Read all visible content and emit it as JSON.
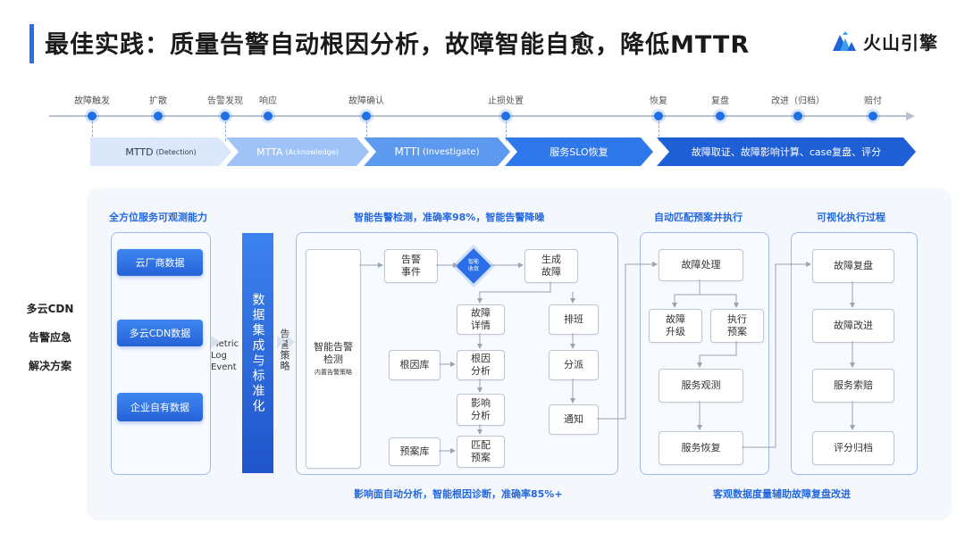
{
  "header": {
    "title": "最佳实践：质量告警自动根因分析，故障智能自愈，降低MTTR",
    "logo_text": "火山引擎"
  },
  "timeline": {
    "events": [
      "故障触发",
      "扩散",
      "告警发现",
      "响应",
      "故障确认",
      "止损处置",
      "恢复",
      "复盘",
      "改进（归档）",
      "赔付"
    ],
    "phases": [
      {
        "label": "MTTD",
        "sub": "(Detection)"
      },
      {
        "label": "MTTA",
        "sub": "(Acknowledge)"
      },
      {
        "label": "MTTI",
        "sub": "(Investigate)"
      },
      {
        "label": "服务SLO恢复",
        "sub": ""
      },
      {
        "label": "故障取证、故障影响计算、case复盘、评分",
        "sub": ""
      }
    ]
  },
  "side_labels": [
    "多云CDN",
    "告警应急",
    "解决方案"
  ],
  "sections": {
    "observability": "全方位服务可观测能力",
    "detection": "智能告警检测，准确率98%，智能告警降噪",
    "auto_plan": "自动匹配预案并执行",
    "visual": "可视化执行过程",
    "bottom_analysis": "影响面自动分析，智能根因诊断，准确率85%+",
    "bottom_review": "客观数据度量辅助故障复盘改进"
  },
  "sources": [
    "云厂商数据",
    "多云CDN数据",
    "企业自有数据"
  ],
  "signals": [
    "Metric",
    "Log",
    "Event"
  ],
  "integration_bar": "数据集成与标准化",
  "strategy_label": "告警策略",
  "detector": {
    "title": "智能告警检测",
    "sub": "内置告警策略"
  },
  "flow": {
    "alert_event": "告警事件",
    "converge": "智能收敛",
    "gen_fault": "生成故障",
    "fault_detail": "故障详情",
    "root_lib": "根因库",
    "root_analysis": "根因分析",
    "impact": "影响分析",
    "plan_lib": "预案库",
    "match_plan": "匹配预案",
    "schedule": "排班",
    "dispatch": "分派",
    "notify": "通知"
  },
  "handling": {
    "process": "故障处理",
    "upgrade": "故障升级",
    "exec_plan": "执行预案",
    "observe": "服务观测",
    "recover": "服务恢复"
  },
  "review": {
    "replay": "故障复盘",
    "improve": "故障改进",
    "claim": "服务索赔",
    "archive": "评分归档"
  },
  "colors": {
    "accent": "#2468e0",
    "chevron_light": "#dbe8fb",
    "chevron_mid": "#6ea3f2",
    "chevron_dark": "#1f5fd6"
  }
}
